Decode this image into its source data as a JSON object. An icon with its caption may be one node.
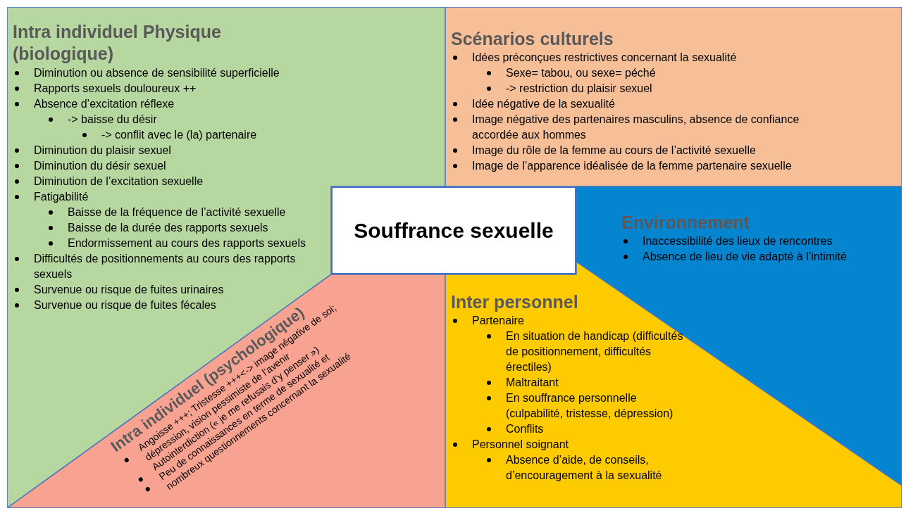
{
  "diagram": {
    "nodes": [
      {
        "text": [
          "Intra individuel Physique (biologique)",
          "Diminution ou absence de sensibilité superficielle",
          "Rapports sexuels douloureux ++",
          "Absence d’excitation réflexe",
          "-> baisse du désir",
          "-> conflit avec le (la) partenaire",
          "Diminution du plaisir sexuel",
          "Diminution du désir sexuel",
          "Diminution de l’excitation sexuelle",
          "Fatigabilité",
          "Baisse de la fréquence de l’activité sexuelle",
          "Baisse de la durée des rapports sexuels",
          "Endormissement au cours des rapports sexuels",
          "Difficultés de positionnements au cours des rapports sexuels",
          "Survenue ou risque de fuites urinaires",
          "Survenue ou risque de fuites fécales"
        ]
      },
      {
        "text": [
          "Scénarios culturels",
          "Idées préconçues restrictives concernant la sexualité",
          "Sexe= tabou, ou sexe= péché",
          "-> restriction du plaisir sexuel",
          "Idée négative de la sexualité",
          "Image négative des partenaires masculins, absence de confiance accordée aux hommes",
          "Image du rôle de la femme au cours de l’activité sexuelle",
          "Image de l’apparence idéalisée de la femme partenaire sexuelle"
        ]
      },
      {
        "text": [
          "Souffrance sexuelle"
        ]
      },
      {
        "text": [
          "Environnement",
          "Inaccessibilité des lieux de rencontres",
          "Absence de lieu de vie adapté à l’intimité"
        ]
      },
      {
        "text": [
          "Intra individuel (psychologique)",
          "Angoisse +++; Tristesse +++<-> image négative de soi; dépression, vision pessimiste de l’avenir",
          "Autointerdiction (« je me refusais d’y penser »)",
          "Peu de connaissances en terme de sexualité et nombreux questionnements concernant la sexualité"
        ]
      },
      {
        "text": [
          "Inter  personnel",
          "Partenaire",
          "En situation de handicap (difficultés de  positionnement, difficultés érectiles)",
          "Maltraitant",
          "En souffrance  personnelle (culpabilité, tristesse, dépression)",
          "Conflits",
          "Personnel soignant",
          "Absence d’aide, de conseils, d’encouragement à la sexualité"
        ]
      }
    ]
  }
}
